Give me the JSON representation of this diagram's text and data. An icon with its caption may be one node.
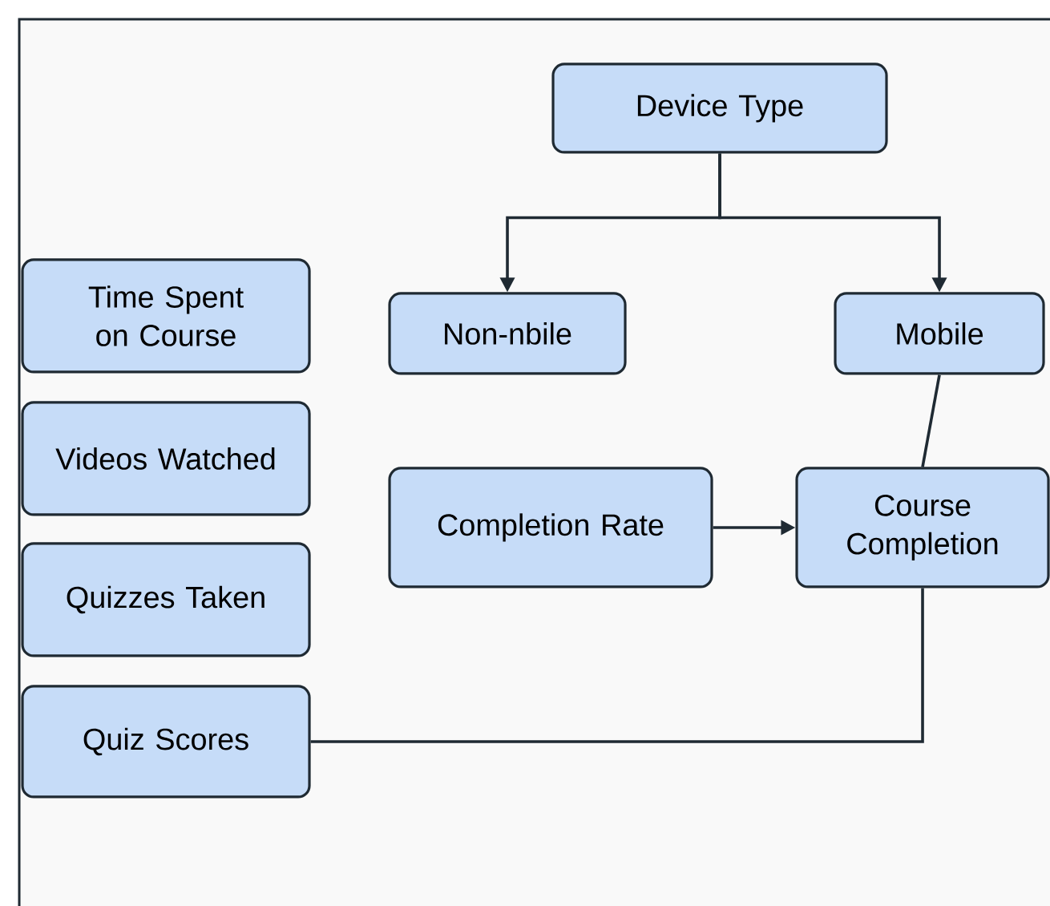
{
  "diagram": {
    "nodes": [
      {
        "text": [
          "Device Type"
        ]
      },
      {
        "text": [
          "Non-nbile"
        ]
      },
      {
        "text": [
          "Mobile"
        ]
      },
      {
        "text": [
          "Time Spent on Course"
        ]
      },
      {
        "text": [
          "Videos Watched"
        ]
      },
      {
        "text": [
          "Quizzes Taken"
        ]
      },
      {
        "text": [
          "Quiz Scores"
        ]
      },
      {
        "text": [
          "Completion Rate"
        ]
      },
      {
        "text": [
          "Course Completion"
        ]
      }
    ],
    "edges": [
      {
        "from": 0,
        "to": 1,
        "arrow": "to"
      },
      {
        "from": 0,
        "to": 2,
        "arrow": "to"
      },
      {
        "from": 2,
        "to": 8,
        "arrow": "none"
      },
      {
        "from": 7,
        "to": 8,
        "arrow": "to"
      },
      {
        "from": 6,
        "to": 8,
        "arrow": "none"
      }
    ]
  }
}
